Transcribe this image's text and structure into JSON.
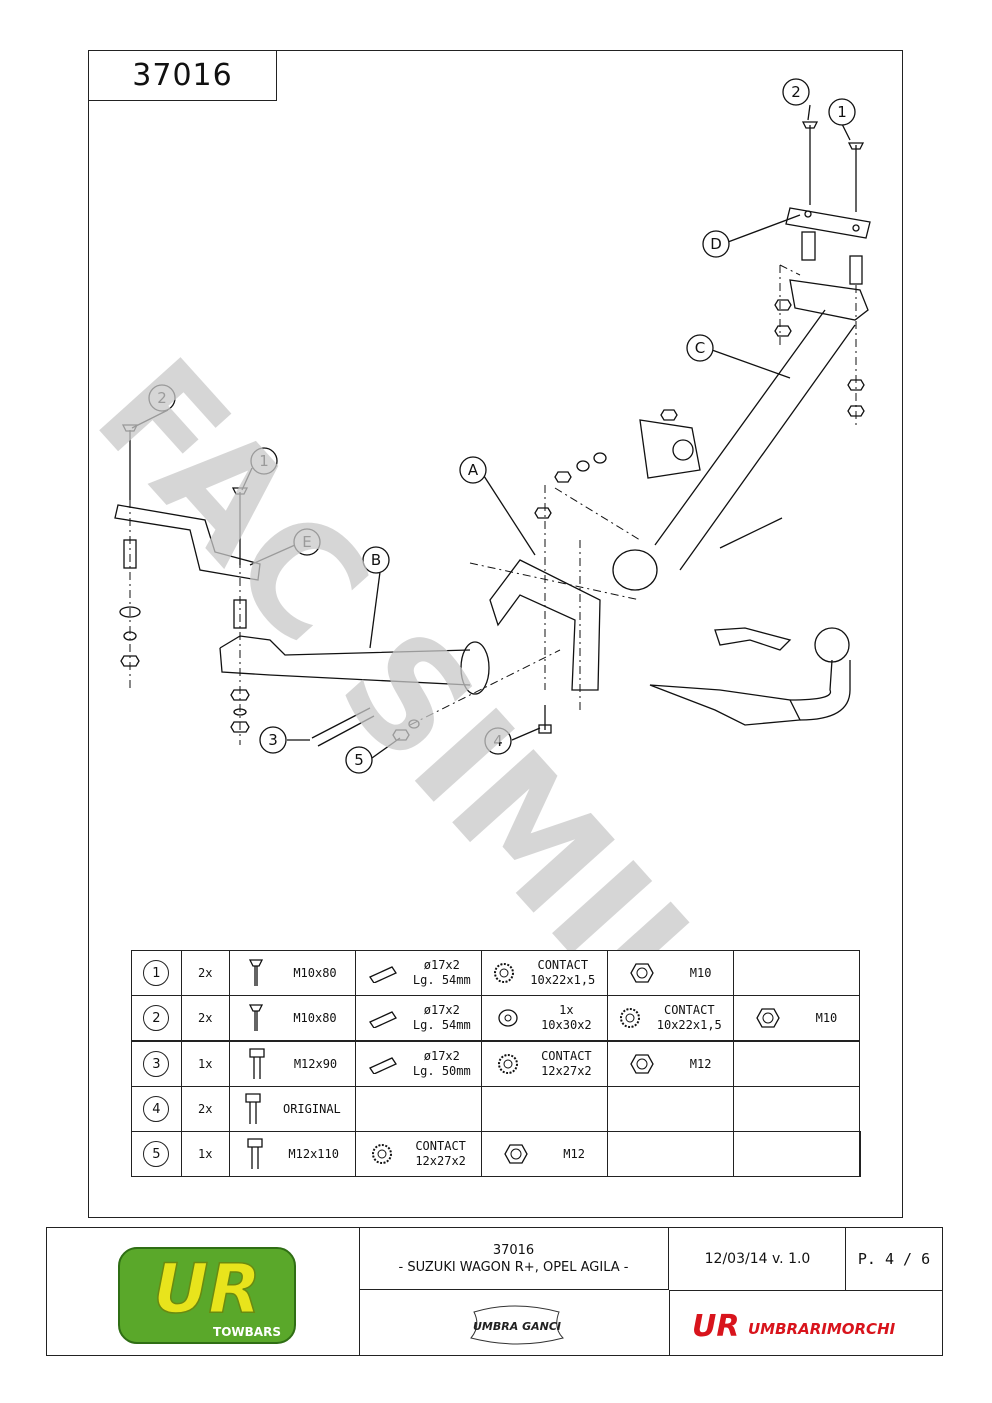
{
  "code": "37016",
  "callouts": {
    "c1": "1",
    "c2": "2",
    "c3": "3",
    "c4": "4",
    "c5": "5",
    "cA": "A",
    "cB": "B",
    "cC": "C",
    "cD": "D",
    "cE": "E"
  },
  "watermark": "FAC SIMILE",
  "parts_table": {
    "rows": [
      {
        "num": "1",
        "qty": "2x",
        "items": [
          "M10x80",
          "ø17x2",
          "Lg. 54mm",
          "CONTACT",
          "10x22x1,5",
          "M10",
          ""
        ]
      },
      {
        "num": "2",
        "qty": "2x",
        "items": [
          "M10x80",
          "ø17x2",
          "Lg. 54mm",
          "1x",
          "10x30x2",
          "CONTACT",
          "10x22x1,5",
          "M10"
        ]
      },
      {
        "num": "3",
        "qty": "1x",
        "items": [
          "M12x90",
          "ø17x2",
          "Lg. 50mm",
          "CONTACT",
          "12x27x2",
          "M12"
        ]
      },
      {
        "num": "4",
        "qty": "2x",
        "items": [
          "ORIGINAL"
        ]
      },
      {
        "num": "5",
        "qty": "1x",
        "items": [
          "M12x110",
          "CONTACT",
          "12x27x2",
          "M12"
        ]
      }
    ]
  },
  "footer": {
    "logo_text": "UR",
    "logo_sub": "TOWBARS",
    "title_code": "37016",
    "title_models": "- SUZUKI WAGON R+, OPEL AGILA -",
    "date_version": "12/03/14 v. 1.0",
    "page": "P. 4 / 6",
    "small_logo": "UMBRA GANCI",
    "brand_ur": "UR",
    "brand_name": "UMBRARIMORCHI"
  },
  "colors": {
    "logo_green": "#5aa82a",
    "logo_yellow": "#e8e41c",
    "brand_red": "#d8141c",
    "watermark": "#c8c8c8"
  }
}
